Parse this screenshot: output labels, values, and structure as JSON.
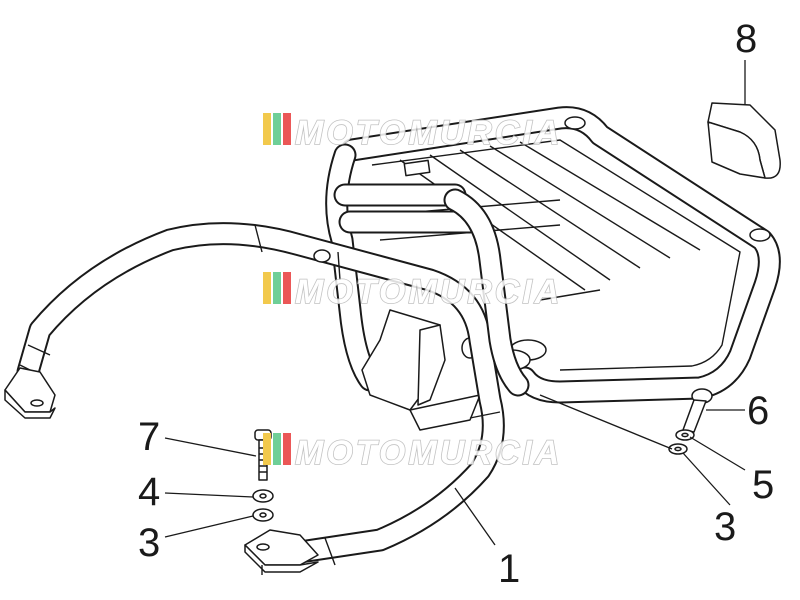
{
  "watermark": {
    "text": "MOTOMURCIA",
    "stripe_colors": [
      "#f2c94c",
      "#6fcf97",
      "#eb5757"
    ]
  },
  "callouts": [
    {
      "id": "label-1",
      "text": "1"
    },
    {
      "id": "label-3-left",
      "text": "3"
    },
    {
      "id": "label-4",
      "text": "4"
    },
    {
      "id": "label-7",
      "text": "7"
    },
    {
      "id": "label-6",
      "text": "6"
    },
    {
      "id": "label-5",
      "text": "5"
    },
    {
      "id": "label-3-right",
      "text": "3"
    },
    {
      "id": "label-8",
      "text": "8"
    }
  ]
}
